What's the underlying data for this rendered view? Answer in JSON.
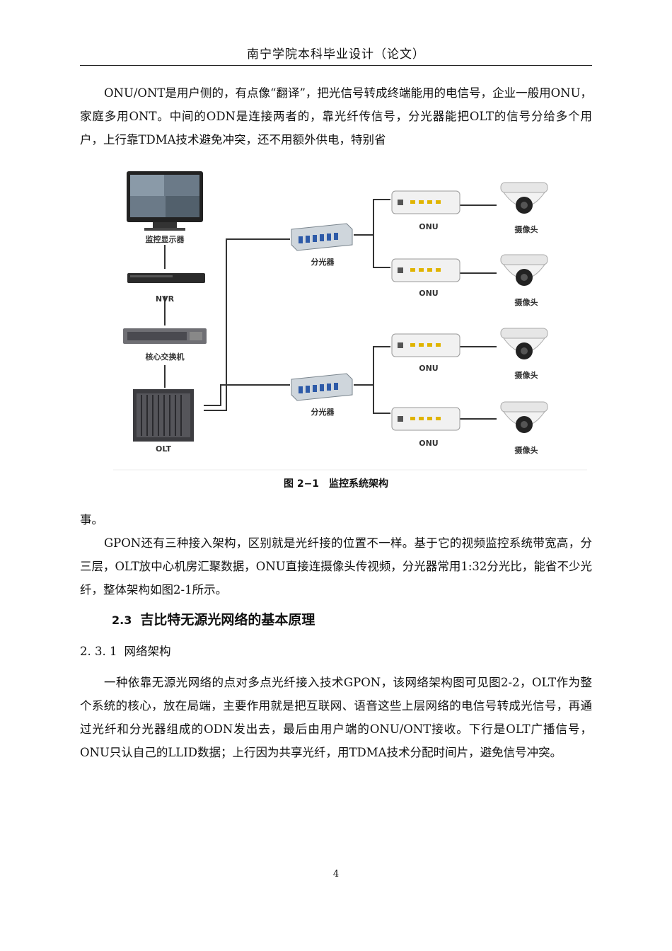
{
  "header": {
    "title": "南宁学院本科毕业设计（论文）"
  },
  "paragraphs": {
    "p1": "ONU/ONT是用户侧的，有点像“翻译”，把光信号转成终端能用的电信号，企业一般用ONU，家庭多用ONT。中间的ODN是连接两者的，靠光纤传信号，分光器能把OLT的信号分给多个用户，上行靠TDMA技术避免冲突，还不用额外供电，特别省",
    "p2": "事。",
    "p3": "GPON还有三种接入架构，区别就是光纤接的位置不一样。基于它的视频监控系统带宽高，分三层，OLT放中心机房汇聚数据，ONU直接连摄像头传视频，分光器常用1:32分光比，能省不少光纤，整体架构如图2-1所示。",
    "p4": "一种依靠无源光网络的点对多点光纤接入技术GPON，该网络架构图可见图2-2，OLT作为整个系统的核心，放在局端，主要作用就是把互联网、语音这些上层网络的电信号转成光信号，再通过光纤和分光器组成的ODN发出去，最后由用户端的ONU/ONT接收。下行是OLT广播信号，ONU只认自己的LLID数据；上行因为共享光纤，用TDMA技术分配时间片，避免信号冲突。"
  },
  "figure": {
    "caption": "图 2−1　监控系统架构",
    "labels": {
      "monitor": "监控显示器",
      "nvr": "NVR",
      "switch": "核心交换机",
      "olt": "OLT",
      "splitter_top": "分光器",
      "splitter_bottom": "分光器",
      "onu_1": "ONU",
      "onu_2": "ONU",
      "onu_3": "ONU",
      "onu_4": "ONU",
      "camera_1": "摄像头",
      "camera_2": "摄像头",
      "camera_3": "摄像头",
      "camera_4": "摄像头"
    }
  },
  "section": {
    "number": "2.3",
    "title": "吉比特无源光网络的基本原理"
  },
  "subsection": {
    "number": "2. 3. 1",
    "title": "网络架构"
  },
  "page_number": "4"
}
